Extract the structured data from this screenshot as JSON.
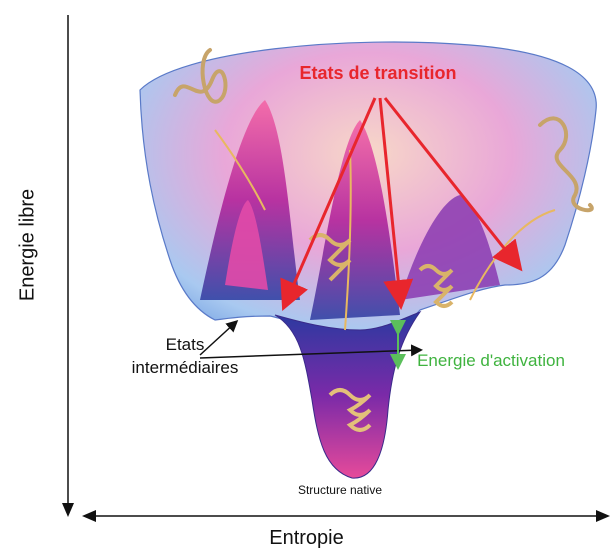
{
  "axes": {
    "y_label": "Energie libre",
    "x_label": "Entropie"
  },
  "annotations": {
    "transition_states": "Etats de transition",
    "intermediate_states": "Etats intermédiaires",
    "activation_energy": "Energie d'activation",
    "native_structure": "Structure native"
  },
  "colors": {
    "transition_arrows": "#e8262d",
    "activation_arrow": "#5bbf5b",
    "funnel_rim": "#bcd8f2",
    "funnel_deep": "#6a1a9a",
    "peaks": "#c2187a"
  }
}
